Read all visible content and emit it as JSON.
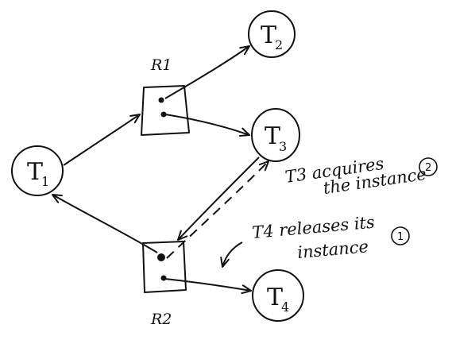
{
  "diagram": {
    "threads": [
      {
        "id": "T1",
        "main": "T",
        "sub": "1"
      },
      {
        "id": "T2",
        "main": "T",
        "sub": "2"
      },
      {
        "id": "T3",
        "main": "T",
        "sub": "3"
      },
      {
        "id": "T4",
        "main": "T",
        "sub": "4"
      }
    ],
    "resources": [
      {
        "id": "R1",
        "label": "R1"
      },
      {
        "id": "R2",
        "label": "R2"
      }
    ],
    "notes": {
      "t3_acquires": {
        "lines": [
          "T3 acquires",
          "the instance"
        ],
        "number": "2"
      },
      "t4_releases": {
        "lines": [
          "T4 releases its",
          "instance"
        ],
        "number": "1"
      }
    }
  }
}
